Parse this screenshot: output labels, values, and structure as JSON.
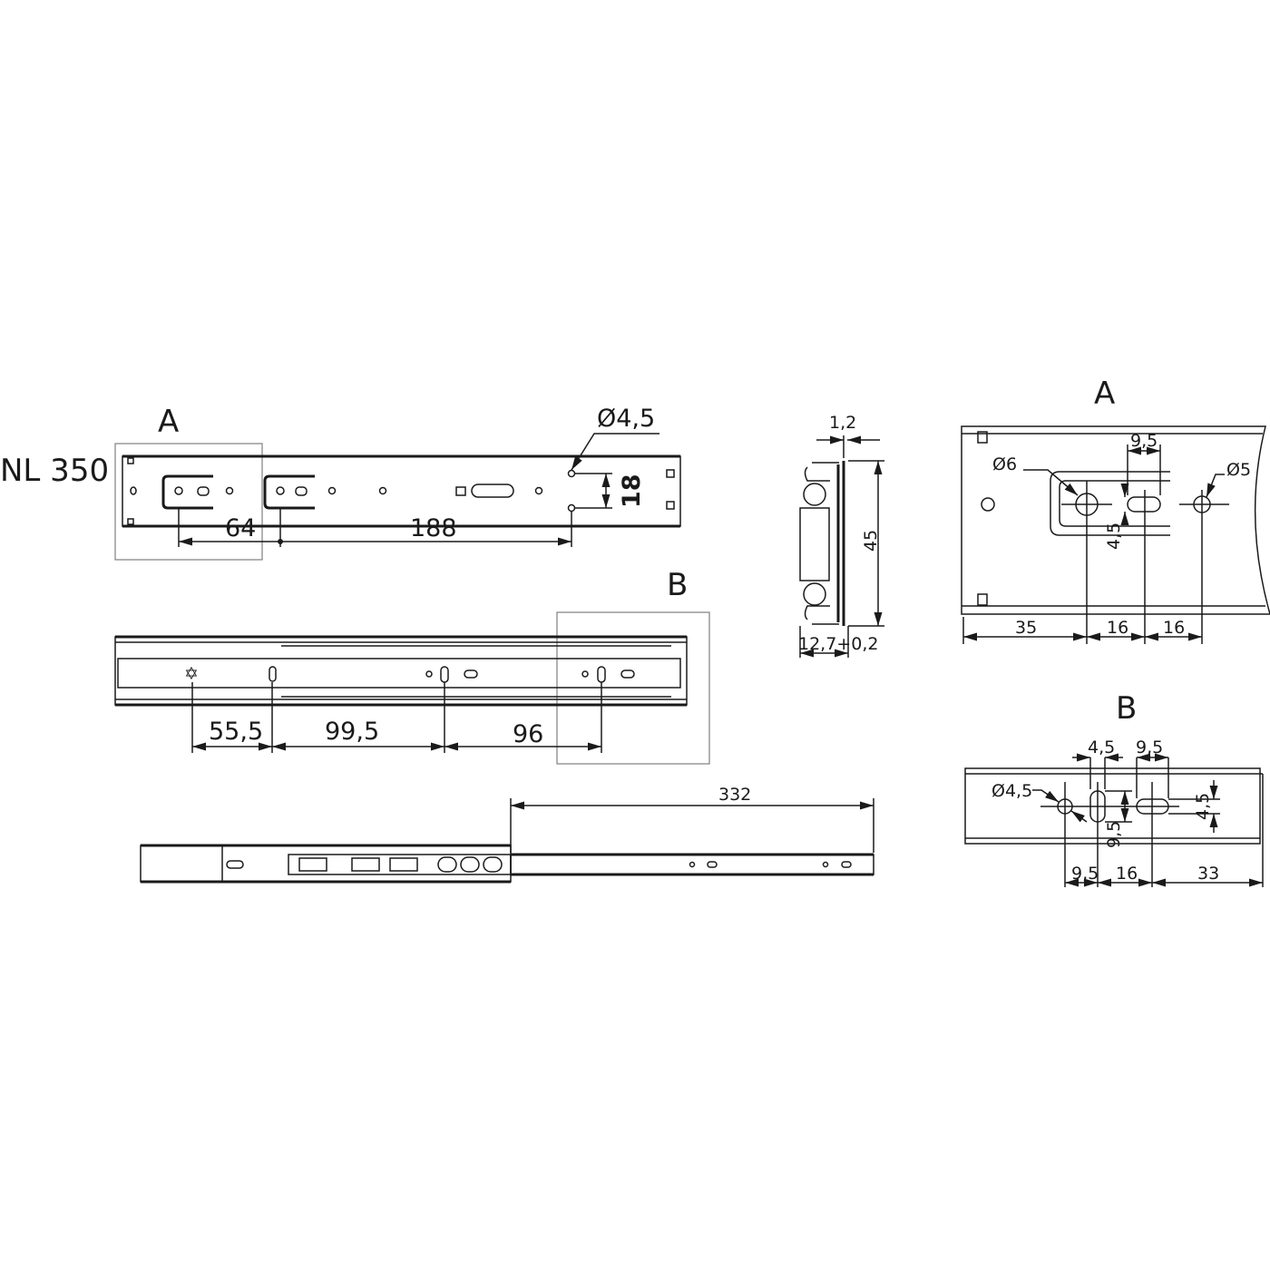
{
  "model_label": "NL 350",
  "top_view": {
    "detail_a_label": "A",
    "hole_diameter": "Ø4,5",
    "hole_spacing": "18",
    "dim_1": "64",
    "dim_2": "188"
  },
  "middle_view": {
    "detail_b_label": "B",
    "dim_1": "55,5",
    "dim_2": "99,5",
    "dim_3": "96"
  },
  "extended_view": {
    "extension": "332"
  },
  "profile_view": {
    "thickness": "1,2",
    "height": "45",
    "width": "12,7+0,2"
  },
  "detail_a": {
    "title": "A",
    "d_large": "Ø6",
    "d_small": "Ø5",
    "slot_length": "9,5",
    "slot_width": "4,5",
    "dim_1": "35",
    "dim_2": "16",
    "dim_3": "16"
  },
  "detail_b": {
    "title": "B",
    "hole_diameter": "Ø4,5",
    "slot1_width": "4,5",
    "slot2_length": "9,5",
    "slot1_height": "9,5",
    "slot2_height": "4,5",
    "dim_1": "9,5",
    "dim_2": "16",
    "dim_3": "33"
  }
}
